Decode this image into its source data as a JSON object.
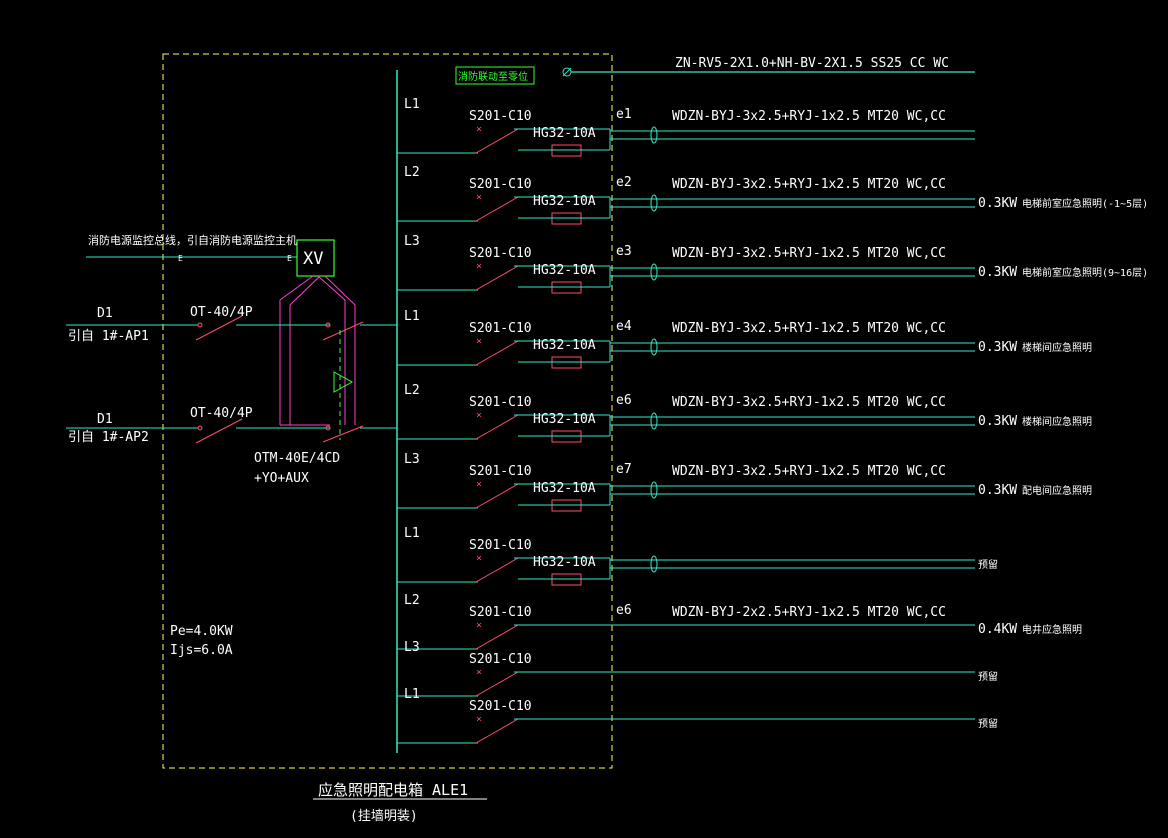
{
  "colors": {
    "background": "#000000",
    "text": "#ffffff",
    "wire": "#35e7c8",
    "breaker": "#ff4d6a",
    "control": "#ff3ccf",
    "frame": "#ffff55",
    "module": "#33ff33"
  },
  "top_line": {
    "relay_label": "消防联动至零位",
    "cable": "ZN-RV5-2X1.0+NH-BV-2X1.5 SS25 CC WC"
  },
  "monitor": {
    "label": "消防电源监控总线，引自消防电源监控主机",
    "module": "XV"
  },
  "incoming": [
    {
      "id": "D1",
      "source": "引自 1#-AP1",
      "switch": "OT-40/4P"
    },
    {
      "id": "D1",
      "source": "引自 1#-AP2",
      "switch": "OT-40/4P"
    }
  ],
  "ats": {
    "model": "OTM-40E/4CD",
    "options": "+YO+AUX"
  },
  "load": {
    "pe": "Pe=4.0KW",
    "ijs": "Ijs=6.0A"
  },
  "circuits": [
    {
      "phase": "L1",
      "breaker": "S201-C10",
      "fuse": "HG32-10A",
      "circuit": "e1",
      "cable": "WDZN-BYJ-3x2.5+RYJ-1x2.5 MT20 WC,CC",
      "power": "",
      "description": ""
    },
    {
      "phase": "L2",
      "breaker": "S201-C10",
      "fuse": "HG32-10A",
      "circuit": "e2",
      "cable": "WDZN-BYJ-3x2.5+RYJ-1x2.5 MT20 WC,CC",
      "power": "0.3KW",
      "description": "电梯前室应急照明(-1~5层)"
    },
    {
      "phase": "L3",
      "breaker": "S201-C10",
      "fuse": "HG32-10A",
      "circuit": "e3",
      "cable": "WDZN-BYJ-3x2.5+RYJ-1x2.5 MT20 WC,CC",
      "power": "0.3KW",
      "description": "电梯前室应急照明(9~16层)"
    },
    {
      "phase": "L1",
      "breaker": "S201-C10",
      "fuse": "HG32-10A",
      "circuit": "e4",
      "cable": "WDZN-BYJ-3x2.5+RYJ-1x2.5 MT20 WC,CC",
      "power": "0.3KW",
      "description": "楼梯间应急照明"
    },
    {
      "phase": "L2",
      "breaker": "S201-C10",
      "fuse": "HG32-10A",
      "circuit": "e6",
      "cable": "WDZN-BYJ-3x2.5+RYJ-1x2.5 MT20 WC,CC",
      "power": "0.3KW",
      "description": "楼梯间应急照明"
    },
    {
      "phase": "L3",
      "breaker": "S201-C10",
      "fuse": "HG32-10A",
      "circuit": "e7",
      "cable": "WDZN-BYJ-3x2.5+RYJ-1x2.5 MT20 WC,CC",
      "power": "0.3KW",
      "description": "配电间应急照明"
    },
    {
      "phase": "L1",
      "breaker": "S201-C10",
      "fuse": "HG32-10A",
      "circuit": "",
      "cable": "",
      "power": "",
      "description": "预留"
    },
    {
      "phase": "L2",
      "breaker": "S201-C10",
      "fuse": "",
      "circuit": "e6",
      "cable": "WDZN-BYJ-2x2.5+RYJ-1x2.5 MT20 WC,CC",
      "power": "0.4KW",
      "description": "电井应急照明"
    },
    {
      "phase": "L3",
      "breaker": "S201-C10",
      "fuse": "",
      "circuit": "",
      "cable": "",
      "power": "",
      "description": "预留"
    },
    {
      "phase": "L1",
      "breaker": "S201-C10",
      "fuse": "",
      "circuit": "",
      "cable": "",
      "power": "",
      "description": "预留"
    }
  ],
  "panel": {
    "title": "应急照明配电箱  ALE1",
    "mounting": "(挂墙明装)"
  }
}
